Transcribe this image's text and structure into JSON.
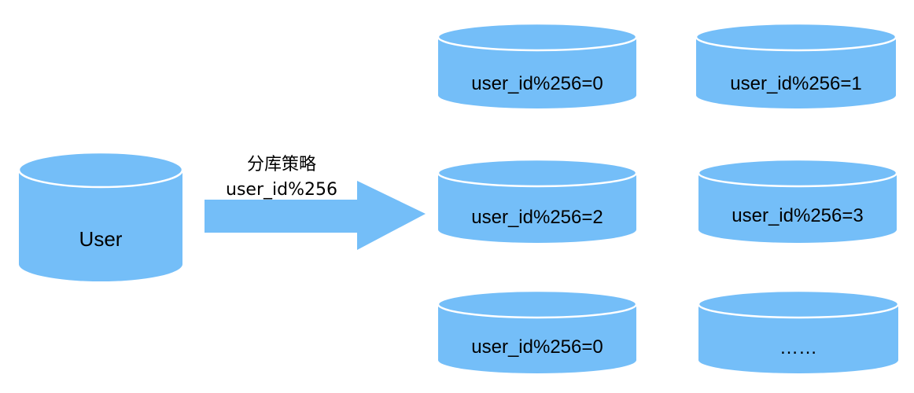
{
  "colors": {
    "cylinder_fill": "#74BEF8",
    "cylinder_stroke": "#ffffff",
    "text": "#000000",
    "background": "#ffffff"
  },
  "source": {
    "label": "User"
  },
  "arrow": {
    "title": "分库策略",
    "subtitle": "user_id%256"
  },
  "shards": [
    {
      "label": "user_id%256=0"
    },
    {
      "label": "user_id%256=1"
    },
    {
      "label": "user_id%256=2"
    },
    {
      "label": "user_id%256=3"
    },
    {
      "label": "user_id%256=0"
    },
    {
      "label": "……"
    }
  ]
}
